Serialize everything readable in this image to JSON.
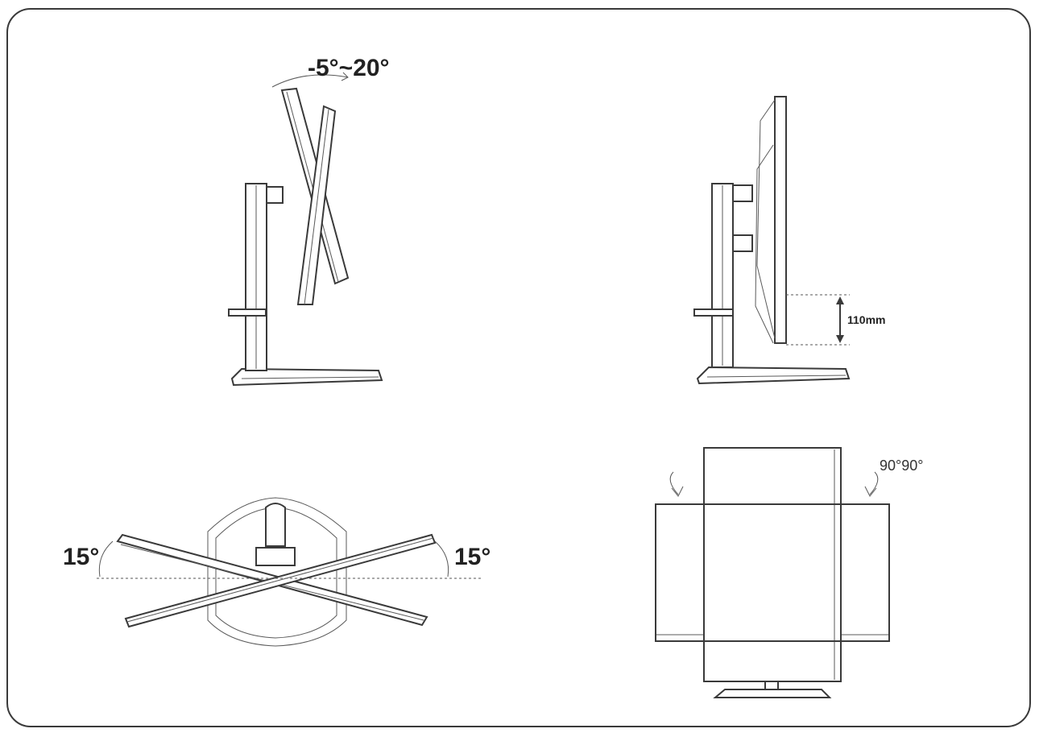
{
  "labels": {
    "tilt": "-5°~20°",
    "height": "110mm",
    "swivel_left": "15°",
    "swivel_right": "15°",
    "pivot": "90°90°"
  },
  "colors": {
    "line": "#3a3a3a",
    "background": "#ffffff"
  }
}
